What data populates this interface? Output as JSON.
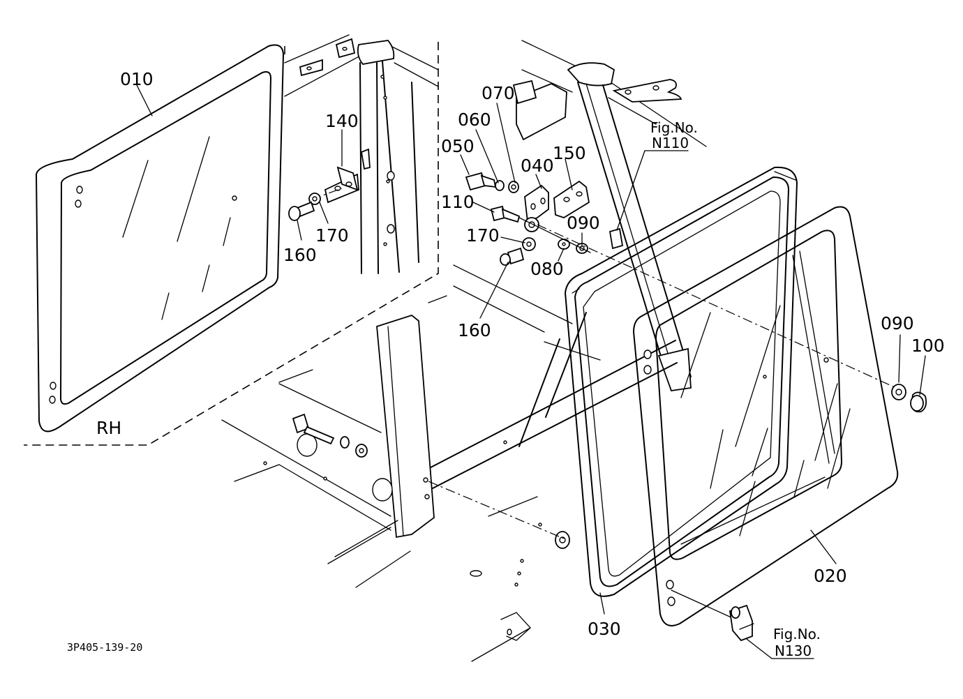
{
  "diagram": {
    "side_label": "RH",
    "drawing_number": "3P405-139-20",
    "figure_refs": [
      {
        "id": "n110",
        "prefix": "Fig.No.",
        "code": "N110"
      },
      {
        "id": "n130",
        "prefix": "Fig.No.",
        "code": "N130"
      }
    ],
    "part_labels": [
      {
        "id": "p010",
        "text": "010"
      },
      {
        "id": "p020",
        "text": "020"
      },
      {
        "id": "p030",
        "text": "030"
      },
      {
        "id": "p040",
        "text": "040"
      },
      {
        "id": "p050",
        "text": "050"
      },
      {
        "id": "p060",
        "text": "060"
      },
      {
        "id": "p070",
        "text": "070"
      },
      {
        "id": "p080",
        "text": "080"
      },
      {
        "id": "p090a",
        "text": "090"
      },
      {
        "id": "p090b",
        "text": "090"
      },
      {
        "id": "p100",
        "text": "100"
      },
      {
        "id": "p110",
        "text": "110"
      },
      {
        "id": "p140",
        "text": "140"
      },
      {
        "id": "p150",
        "text": "150"
      },
      {
        "id": "p160a",
        "text": "160"
      },
      {
        "id": "p160b",
        "text": "160"
      },
      {
        "id": "p170a",
        "text": "170"
      },
      {
        "id": "p170b",
        "text": "170"
      }
    ]
  }
}
